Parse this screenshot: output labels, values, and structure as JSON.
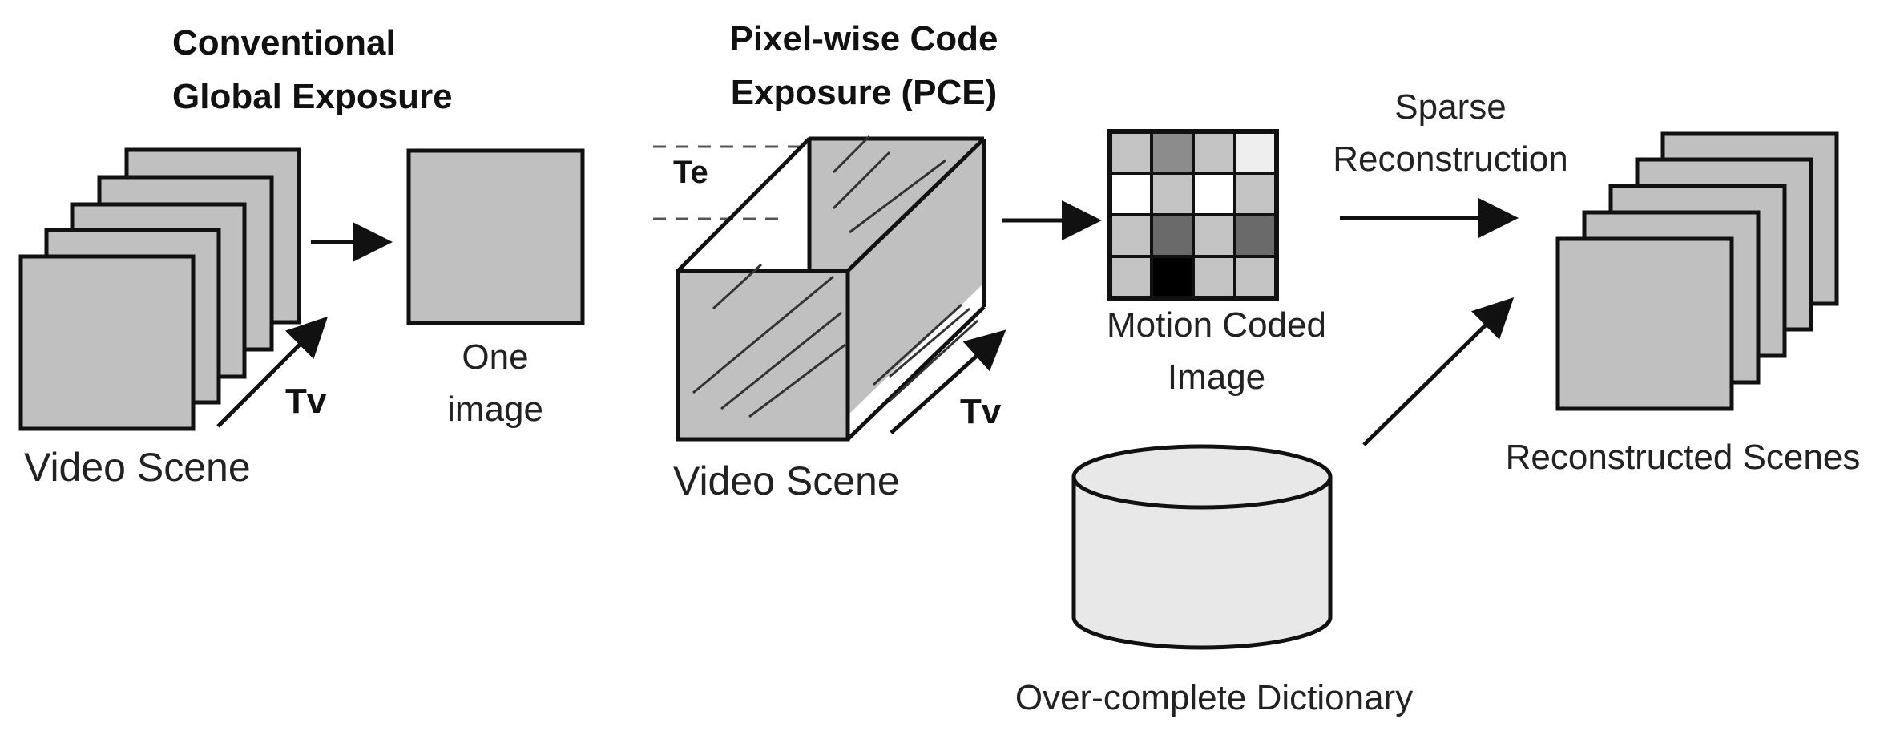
{
  "conventional": {
    "title_line1": "Conventional",
    "title_line2": "Global Exposure",
    "time_label": "Tv",
    "scene_label": "Video Scene",
    "output_line1": "One",
    "output_line2": "image"
  },
  "pce": {
    "title_line1": "Pixel-wise Code",
    "title_line2": "Exposure (PCE)",
    "exposure_label": "Te",
    "time_label": "Tv",
    "scene_label": "Video Scene"
  },
  "coded_image": {
    "label_line1": "Motion Coded",
    "label_line2": "Image",
    "grid": [
      [
        "#c3c3c3",
        "#8c8c8c",
        "#c3c3c3",
        "#eeeeee"
      ],
      [
        "#ffffff",
        "#c3c3c3",
        "#ffffff",
        "#c3c3c3"
      ],
      [
        "#c3c3c3",
        "#6a6a6a",
        "#c3c3c3",
        "#6a6a6a"
      ],
      [
        "#c3c3c3",
        "#000000",
        "#c3c3c3",
        "#c3c3c3"
      ]
    ]
  },
  "reconstruction": {
    "label_line1": "Sparse",
    "label_line2": "Reconstruction",
    "output_label": "Reconstructed Scenes"
  },
  "dictionary": {
    "label": "Over-complete Dictionary"
  },
  "colors": {
    "frame_fill": "#c0c0c0",
    "stroke": "#111111",
    "cylinder_fill": "#e8e8e8"
  }
}
